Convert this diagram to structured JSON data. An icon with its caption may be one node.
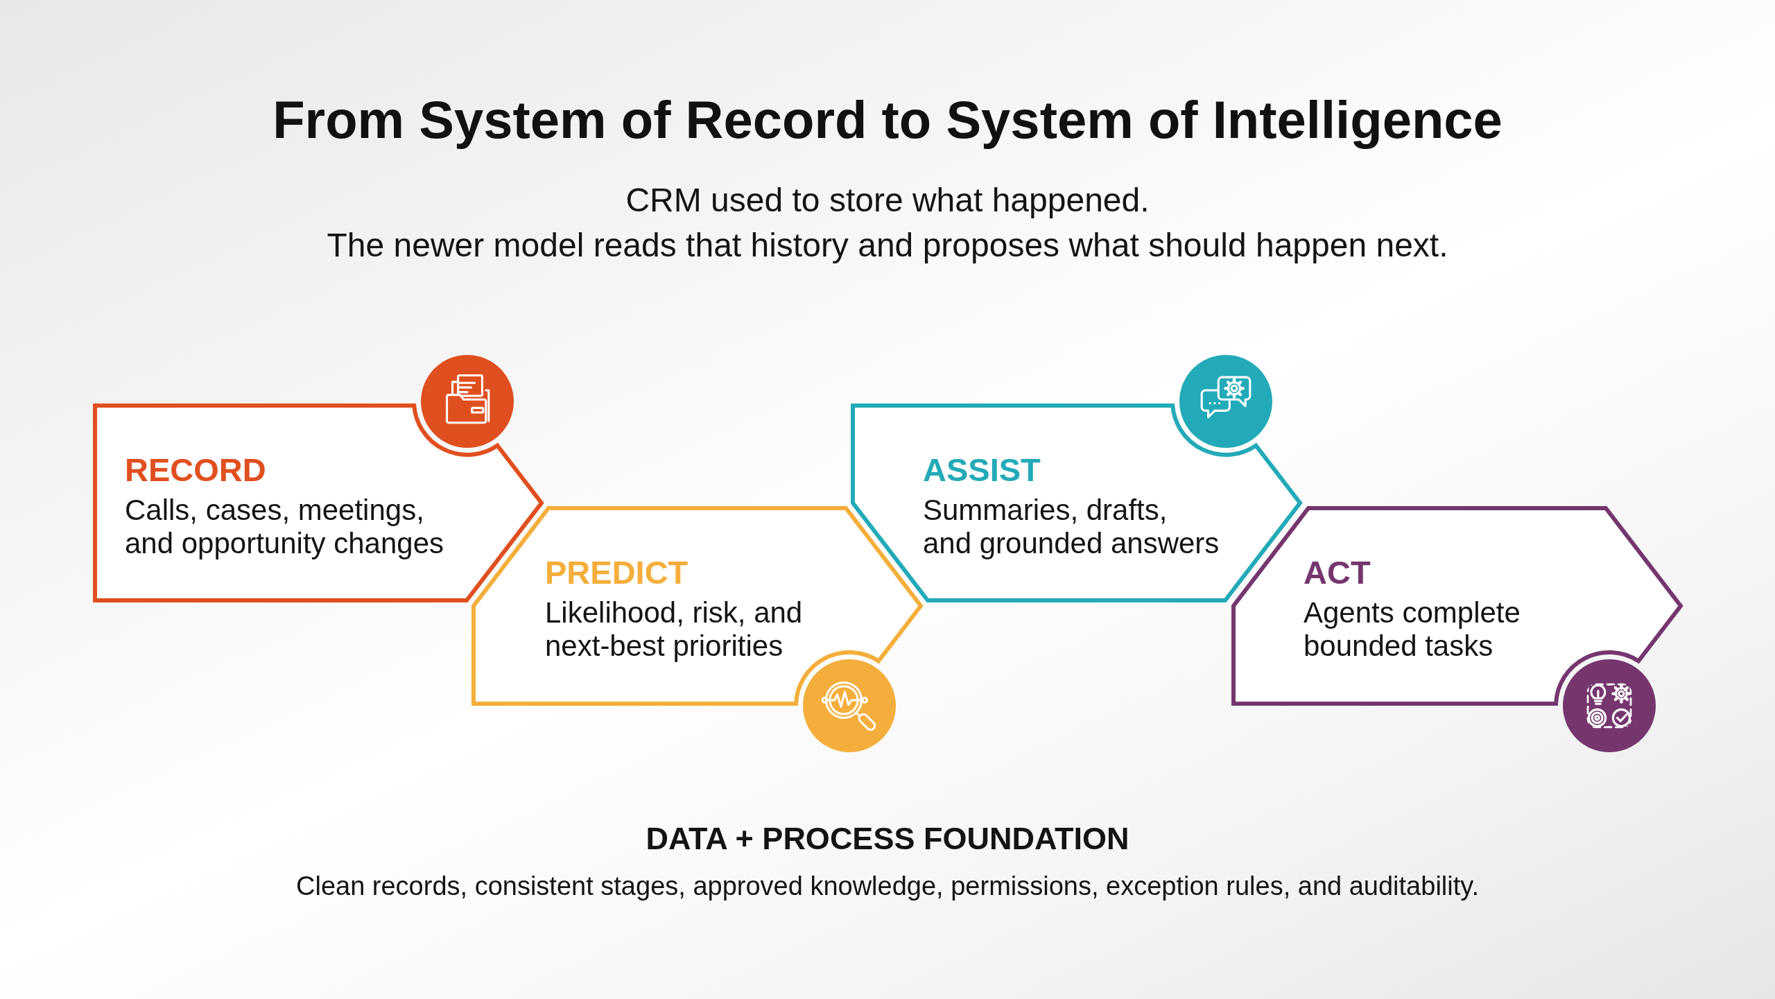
{
  "diagram": {
    "title": "From System of Record to System of Intelligence",
    "nodes": [
      {
        "text": [
          "RECORD",
          "Calls, cases, meetings, and opportunity changes"
        ]
      },
      {
        "text": [
          "PREDICT",
          "Likelihood, risk, and next-best priorities"
        ]
      },
      {
        "text": [
          "ASSIST",
          "Summaries, drafts, and grounded answers"
        ]
      },
      {
        "text": [
          "ACT",
          "Agents complete bounded tasks"
        ]
      }
    ],
    "labels": [
      "CRM used to store what happened.",
      "The newer model reads that history and proposes what should happen next.",
      "DATA + PROCESS FOUNDATION",
      "Clean records, consistent stages, approved knowledge, permissions, exception rules, and auditability."
    ]
  }
}
